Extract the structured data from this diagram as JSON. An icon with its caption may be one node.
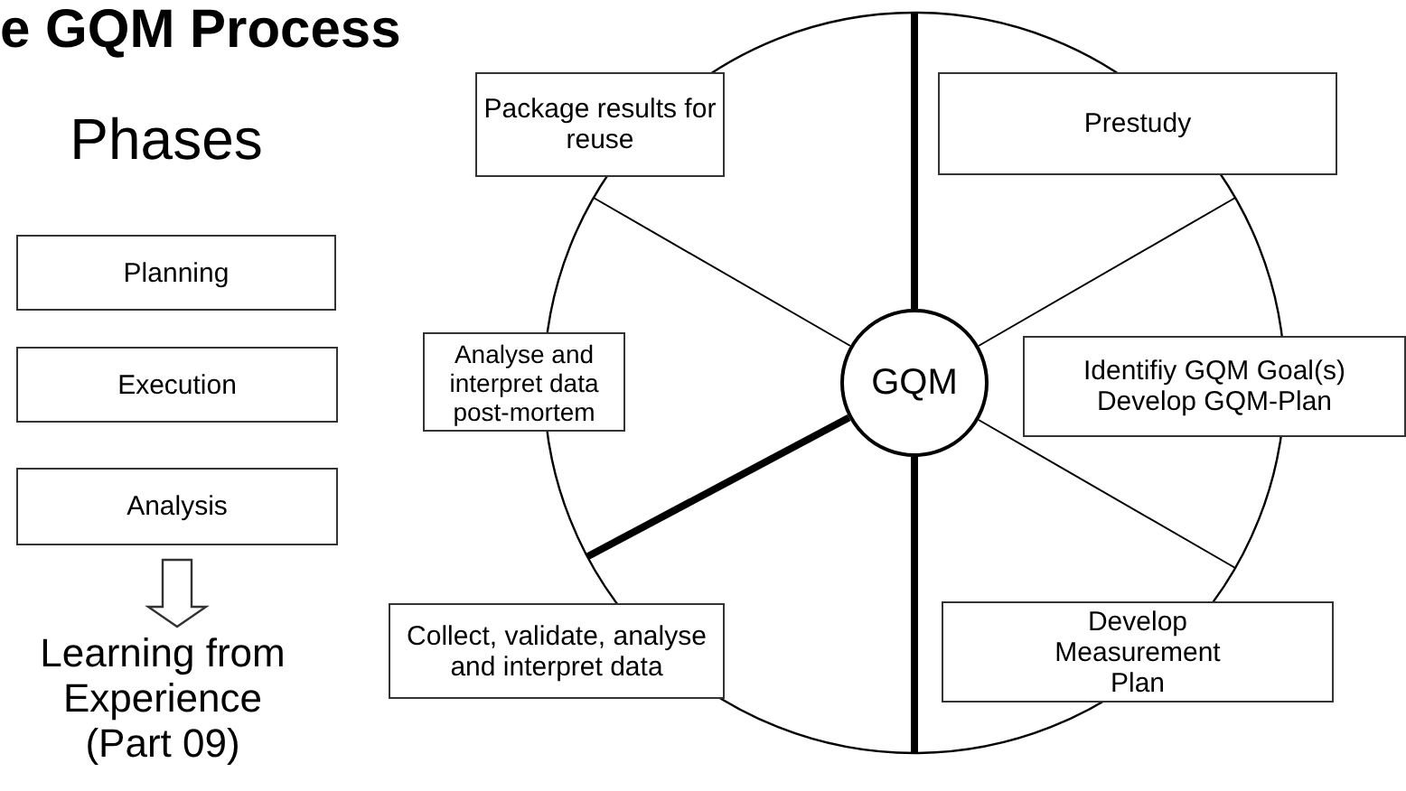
{
  "diagram": {
    "title": "e GQM Process",
    "nodes": [
      {
        "text": [
          "Phases"
        ]
      },
      {
        "text": [
          "Planning"
        ]
      },
      {
        "text": [
          "Execution"
        ]
      },
      {
        "text": [
          "Analysis"
        ]
      },
      {
        "text": [
          "Learning from Experience (Part 09)"
        ]
      },
      {
        "text": [
          "Package results for reuse"
        ]
      },
      {
        "text": [
          "Prestudy"
        ]
      },
      {
        "text": [
          "Analyse and interpret data post-mortem"
        ]
      },
      {
        "text": [
          "GQM"
        ]
      },
      {
        "text": [
          "Identifiy GQM Goal(s) Develop GQM-Plan"
        ]
      },
      {
        "text": [
          "Collect, validate, analyse and interpret data"
        ]
      },
      {
        "text": [
          "Develop Measurement Plan"
        ]
      }
    ],
    "edges": [
      {
        "from": 3,
        "to": 4,
        "arrow": "to"
      }
    ]
  }
}
